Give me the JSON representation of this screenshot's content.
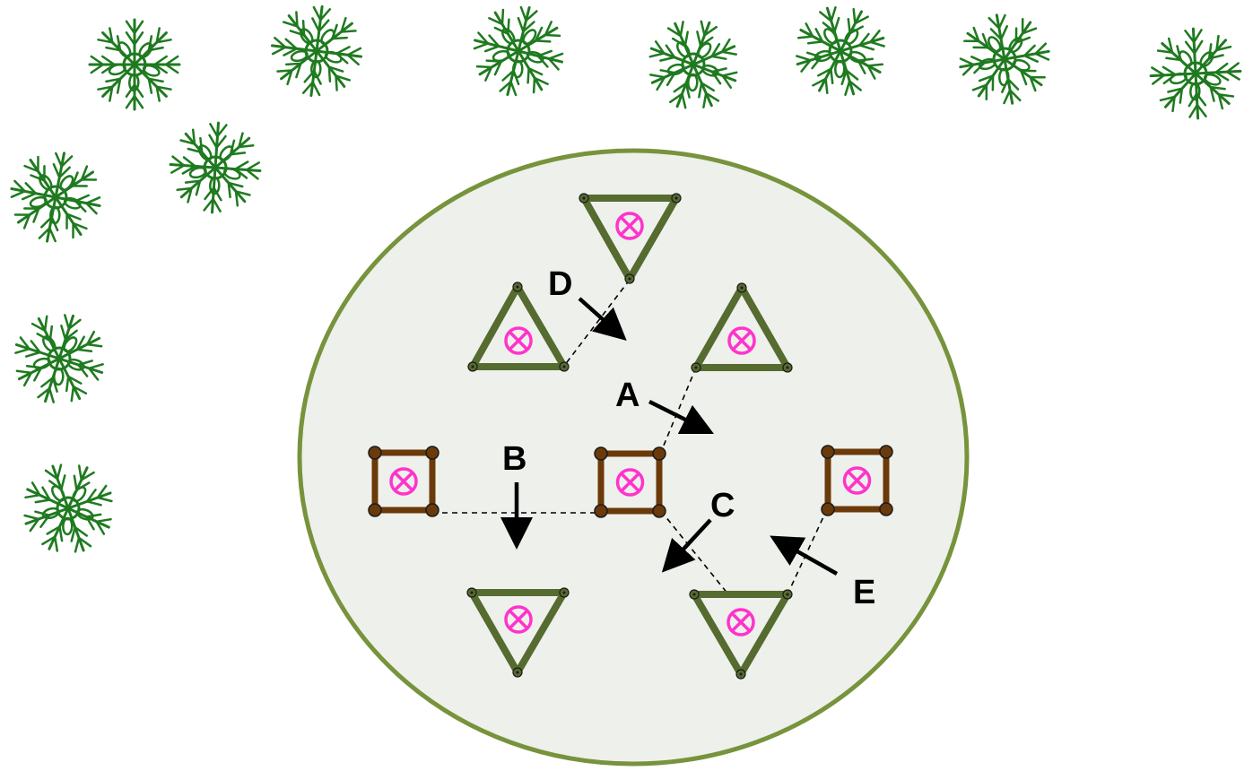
{
  "colors": {
    "background": "#ffffff",
    "enclosure_fill": "#eef0eb",
    "enclosure_stroke": "#77933c",
    "triangle_frame": "#556b2f",
    "square_frame": "#6b3a0a",
    "corner_dot_square": "#6b3a0a",
    "marker": "#ff33cc",
    "tree": "#1f7a1f",
    "arrow": "#000000",
    "dashed_line": "#000000"
  },
  "icons": {
    "tree": "tree-icon",
    "marker": "circled-x-marker-icon",
    "triangle_unit": "triangle-frame-icon",
    "square_unit": "square-frame-icon"
  },
  "labels": {
    "a": "A",
    "b": "B",
    "c": "C",
    "d": "D",
    "e": "E"
  }
}
